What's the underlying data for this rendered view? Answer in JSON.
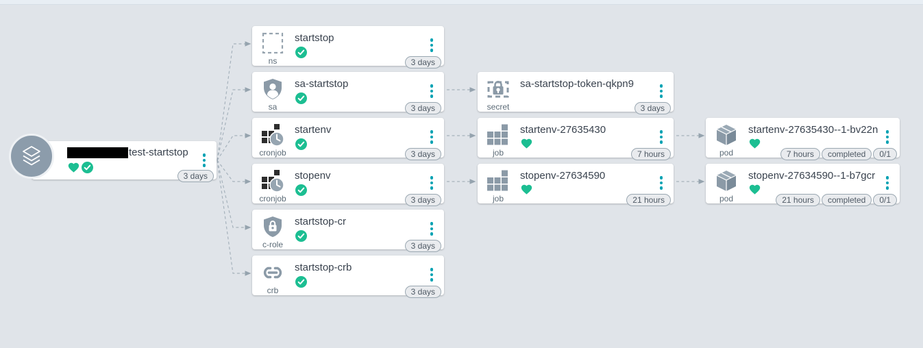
{
  "app_node": {
    "kind": "application",
    "name": "test-startstop",
    "name_prefix_redacted": true,
    "health": [
      "healthy",
      "synced"
    ],
    "badges": [
      "3 days"
    ]
  },
  "nodes": [
    {
      "kind": "ns",
      "title": "startstop",
      "health": "synced",
      "badges": [
        "3 days"
      ]
    },
    {
      "kind": "sa",
      "title": "sa-startstop",
      "health": "synced",
      "badges": [
        "3 days"
      ]
    },
    {
      "kind": "secret",
      "title": "sa-startstop-token-qkpn9",
      "health": "none",
      "badges": [
        "3 days"
      ]
    },
    {
      "kind": "cronjob",
      "title": "startenv",
      "health": "synced",
      "badges": [
        "3 days"
      ]
    },
    {
      "kind": "job",
      "title": "startenv-27635430",
      "health": "healthy",
      "badges": [
        "7 hours"
      ]
    },
    {
      "kind": "pod",
      "title": "startenv-27635430--1-bv22n",
      "health": "healthy",
      "badges": [
        "7 hours",
        "completed",
        "0/1"
      ]
    },
    {
      "kind": "cronjob",
      "title": "stopenv",
      "health": "synced",
      "badges": [
        "3 days"
      ]
    },
    {
      "kind": "job",
      "title": "stopenv-27634590",
      "health": "healthy",
      "badges": [
        "21 hours"
      ]
    },
    {
      "kind": "pod",
      "title": "stopenv-27634590--1-b7gcr",
      "health": "healthy",
      "badges": [
        "21 hours",
        "completed",
        "0/1"
      ]
    },
    {
      "kind": "c-role",
      "title": "startstop-cr",
      "health": "synced",
      "badges": [
        "3 days"
      ]
    },
    {
      "kind": "crb",
      "title": "startstop-crb",
      "health": "synced",
      "badges": [
        "3 days"
      ]
    }
  ],
  "colors": {
    "healthy_green": "#1CBE92",
    "menu_teal": "#00A2B3",
    "canvas_bg": "#E0E4E9",
    "card_bg": "#FFFFFF",
    "icon_gray": "#8B9AA7",
    "edge_gray": "#A6B2BC",
    "badge_bg": "#E9EBEE",
    "badge_border": "#9AA7B1"
  }
}
